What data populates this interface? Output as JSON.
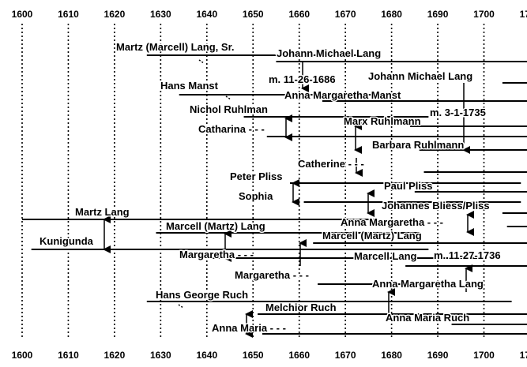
{
  "axis": {
    "ticks": [
      "1600",
      "1610",
      "1620",
      "1630",
      "1640",
      "1650",
      "1660",
      "1670",
      "1680",
      "1690",
      "1700",
      "1710",
      "1720",
      "1730",
      "1740"
    ]
  },
  "people": [
    {
      "label": "Martz (Marcell) Lang, Sr.",
      "start": 1627,
      "end": 1674,
      "arrow": false
    },
    {
      "label": "Johann Michael Lang",
      "start": 1655,
      "end": 1722,
      "arrow": false
    },
    {
      "label": "Hans Manst",
      "start": 1634,
      "end": 1679,
      "arrow": false
    },
    {
      "label": "Johann Michael Lang",
      "start": 1704,
      "end": 1740,
      "arrow": true
    },
    {
      "label": "Anna Margaretha Manst",
      "start": 1665,
      "end": 1722,
      "arrow": false
    },
    {
      "label": "Nichol Ruhlman",
      "start": 1648,
      "end": 1688,
      "arrow": false
    },
    {
      "label": "Catharina - - -",
      "start": 1653,
      "end": 1712,
      "arrow": false
    },
    {
      "label": "Marx Ruhlmann",
      "start": 1684,
      "end": 1726,
      "arrow": false
    },
    {
      "label": "Barbara Ruhlmann",
      "start": 1686,
      "end": 1740,
      "arrow": true
    },
    {
      "label": "Catherine - - -",
      "start": 1687,
      "end": 1733,
      "arrow": false
    },
    {
      "label": "Peter Pliss",
      "start": 1658,
      "end": 1708,
      "arrow": false
    },
    {
      "label": "Paul Pliss",
      "start": 1685,
      "end": 1740,
      "arrow": true
    },
    {
      "label": "Sophia",
      "start": 1661,
      "end": 1708,
      "arrow": false
    },
    {
      "label": "Johannes Bliess/Pliss",
      "start": 1704,
      "end": 1740,
      "arrow": true
    },
    {
      "label": "Martz Lang",
      "start": 1600,
      "end": 1677,
      "arrow": false
    },
    {
      "label": "Anna Margaretha - - -",
      "start": 1705,
      "end": 1735,
      "arrow": false
    },
    {
      "label": "Marcell (Martz) Lang",
      "start": 1629,
      "end": 1686,
      "arrow": false
    },
    {
      "label": "Marcell (Martz) Lang",
      "start": 1663,
      "end": 1740,
      "arrow": true
    },
    {
      "label": "Kunigunda",
      "start": 1602,
      "end": 1688,
      "arrow": false
    },
    {
      "label": "Margaretha - - -",
      "start": 1640,
      "end": 1700,
      "arrow": false
    },
    {
      "label": "Marcell Lang",
      "start": 1683,
      "end": 1740,
      "arrow": true
    },
    {
      "label": "Margaretha - - -",
      "start": 1664,
      "end": 1689,
      "arrow": false
    },
    {
      "label": "Anna Margaretha Lang",
      "start": 1716,
      "end": 1740,
      "arrow": true
    },
    {
      "label": "Hans George Ruch",
      "start": 1627,
      "end": 1706,
      "arrow": false
    },
    {
      "label": "Melchior Ruch",
      "start": 1651,
      "end": 1740,
      "arrow": true
    },
    {
      "label": "Anna Maria Ruch",
      "start": 1693,
      "end": 1740,
      "arrow": true
    },
    {
      "label": "Anna Maria - - -",
      "start": 1652,
      "end": 1715,
      "arrow": false
    }
  ],
  "notes": [
    {
      "text": "m. 11-26-1686"
    },
    {
      "text": "m. 3-1-1735"
    },
    {
      "text": "m. 11-27-1736"
    }
  ]
}
